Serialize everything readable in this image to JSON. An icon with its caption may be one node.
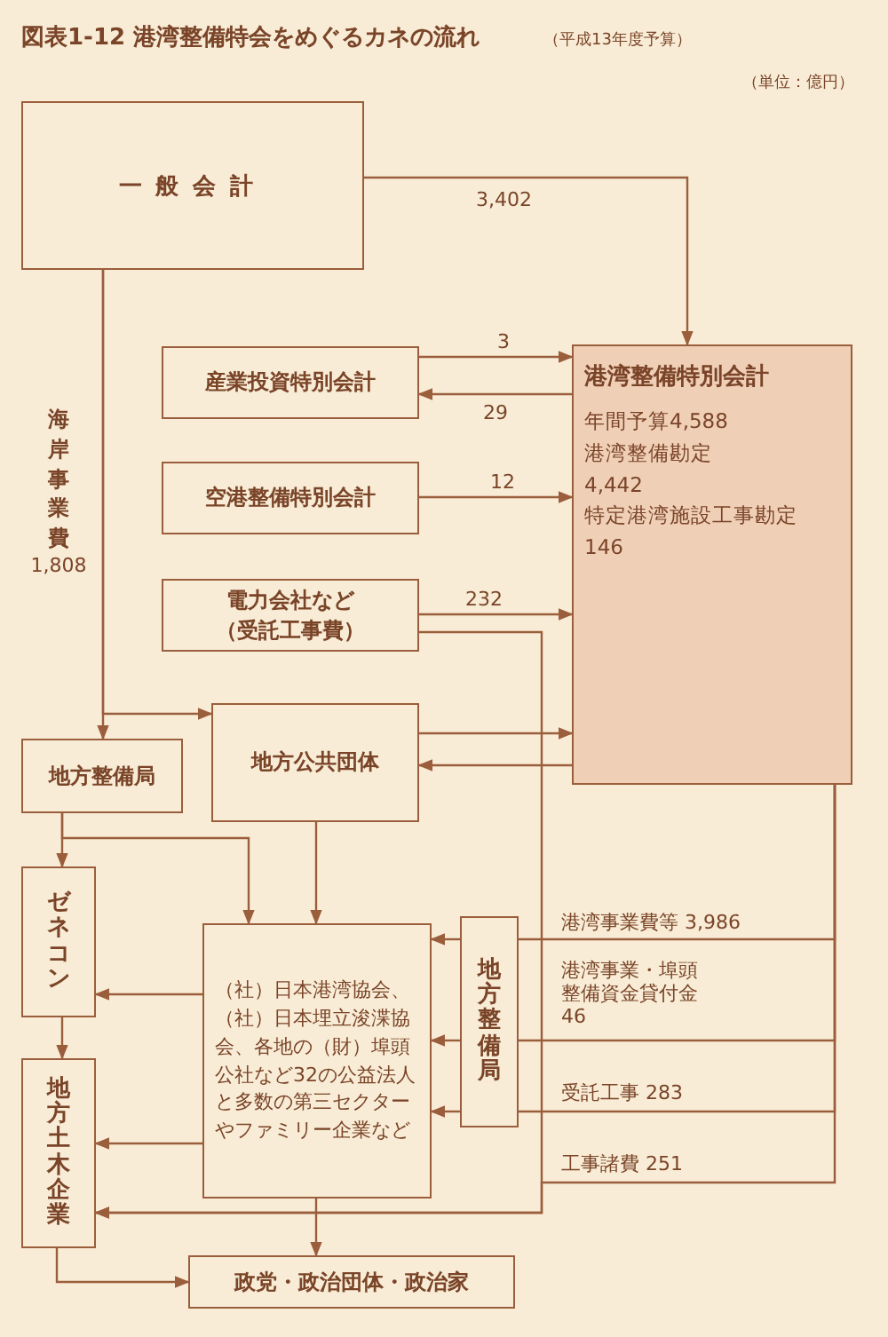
{
  "diagram": {
    "title": "図表1-12 港湾整備特会をめぐるカネの流れ",
    "nodes": [
      {
        "text": [
          "一般会計"
        ]
      },
      {
        "text": [
          "産業投資特別会計"
        ]
      },
      {
        "text": [
          "港湾整備特別会計",
          "年間予算4,588",
          "港湾整備勘定",
          "4,442",
          "特定港湾施設工事勘定",
          "146"
        ]
      },
      {
        "text": [
          "空港整備特別会計"
        ]
      },
      {
        "text": [
          "電力会社など（受託工事費）"
        ]
      },
      {
        "text": [
          "地方整備局"
        ]
      },
      {
        "text": [
          "地方公共団体"
        ]
      },
      {
        "text": [
          "ゼネコン"
        ]
      },
      {
        "text": [
          "（社）日本港湾協会、（社）日本埋立浚渫協会、各地の（財）埠頭公社など32の公益法人と多数の第三セクターやファミリー企業など"
        ]
      },
      {
        "text": [
          "地方整備局"
        ]
      },
      {
        "text": [
          "地方土木企業"
        ]
      },
      {
        "text": [
          "政党・政治団体・政治家"
        ]
      }
    ],
    "edges": [
      {
        "from": 0,
        "to": 2,
        "arrow": "to",
        "label": "3,402"
      },
      {
        "from": 1,
        "to": 2,
        "arrow": "to",
        "label": "3"
      },
      {
        "from": 2,
        "to": 1,
        "arrow": "to",
        "label": "29"
      },
      {
        "from": 3,
        "to": 2,
        "arrow": "to",
        "label": "12"
      },
      {
        "from": 4,
        "to": 2,
        "arrow": "to",
        "label": "232"
      },
      {
        "from": 0,
        "to": 5,
        "arrow": "to",
        "label": "海岸事業費 1,808"
      },
      {
        "from": 0,
        "to": 6,
        "arrow": "to"
      },
      {
        "from": 6,
        "to": 2,
        "arrow": "to"
      },
      {
        "from": 2,
        "to": 6,
        "arrow": "to"
      },
      {
        "from": 5,
        "to": 7,
        "arrow": "to"
      },
      {
        "from": 5,
        "to": 8,
        "arrow": "to"
      },
      {
        "from": 6,
        "to": 8,
        "arrow": "to"
      },
      {
        "from": 7,
        "to": 10,
        "arrow": "to"
      },
      {
        "from": 8,
        "to": 7,
        "arrow": "to"
      },
      {
        "from": 8,
        "to": 10,
        "arrow": "to"
      },
      {
        "from": 4,
        "to": 10,
        "arrow": "to"
      },
      {
        "from": 2,
        "to": 9,
        "arrow": "none",
        "label": "港湾事業費等 3,986"
      },
      {
        "from": 2,
        "to": 9,
        "arrow": "none",
        "label": "港湾事業・埠頭整備資金貸付金 46"
      },
      {
        "from": 2,
        "to": 9,
        "arrow": "none",
        "label": "受託工事 283"
      },
      {
        "from": 2,
        "to": 10,
        "arrow": "to",
        "label": "工事諸費 251"
      },
      {
        "from": 9,
        "to": 8,
        "arrow": "to"
      },
      {
        "from": 9,
        "to": 8,
        "arrow": "to"
      },
      {
        "from": 9,
        "to": 8,
        "arrow": "to"
      },
      {
        "from": 8,
        "to": 11,
        "arrow": "to"
      },
      {
        "from": 10,
        "to": 11,
        "arrow": "to"
      }
    ],
    "labels": [
      "（平成13年度予算）",
      "（単位：億円）"
    ]
  }
}
